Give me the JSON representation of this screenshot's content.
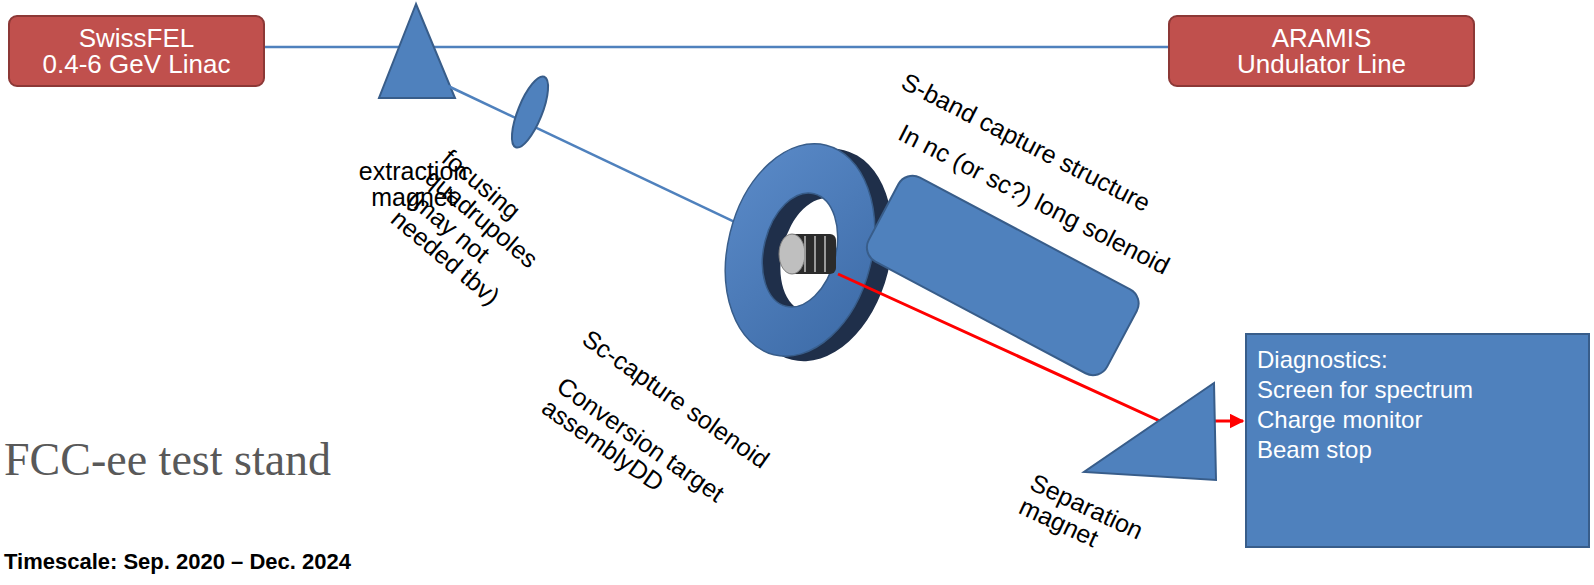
{
  "diagram": {
    "title": "FCC-ee test stand",
    "nodes": [
      {
        "text": [
          "SwissFEL",
          "0.4-6 GeV Linac"
        ]
      },
      {
        "text": [
          "ARAMIS",
          "Undulator Line"
        ]
      },
      {
        "text": [
          "Diagnostics:",
          "Screen for spectrum",
          "Charge monitor",
          "Beam stop"
        ]
      }
    ],
    "edges": [
      {
        "from": 0,
        "to": 1,
        "arrow": "none"
      }
    ],
    "labels": [
      "extraction magnet",
      "focusing quadrupoles (may not needed tbv)",
      "Sc-capture solenoid",
      "Conversion target assemblyDD",
      "S-band capture structure",
      "In nc (or sc?) long solenoid",
      "Separation magnet",
      "Timescale: Sep. 2020 – Dec. 2024"
    ]
  }
}
